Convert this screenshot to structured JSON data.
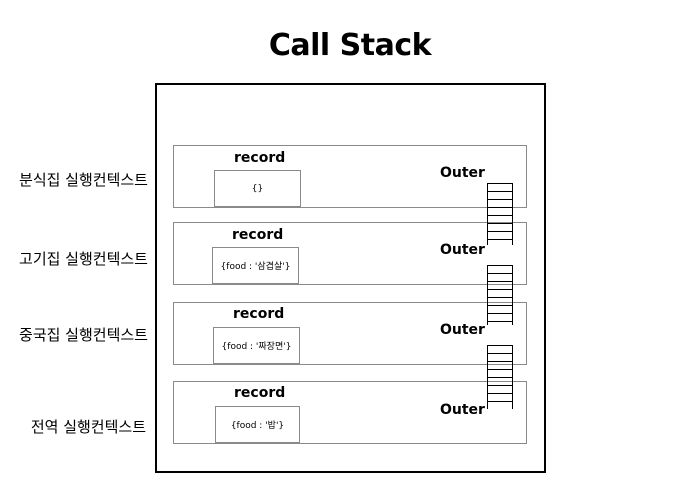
{
  "title": "Call Stack",
  "contexts": [
    {
      "label": "분식집 실행컨텍스트",
      "record_title": "record",
      "record_value": "{}",
      "outer_label": "Outer"
    },
    {
      "label": "고기집 실행컨텍스트",
      "record_title": "record",
      "record_value": "{food : '삼겹살'}",
      "outer_label": "Outer"
    },
    {
      "label": "중국집 실행컨텍스트",
      "record_title": "record",
      "record_value": "{food : '짜장면'}",
      "outer_label": "Outer"
    },
    {
      "label": "전역 실행컨텍스트",
      "record_title": "record",
      "record_value": "{food : '밥'}",
      "outer_label": "Outer"
    }
  ]
}
